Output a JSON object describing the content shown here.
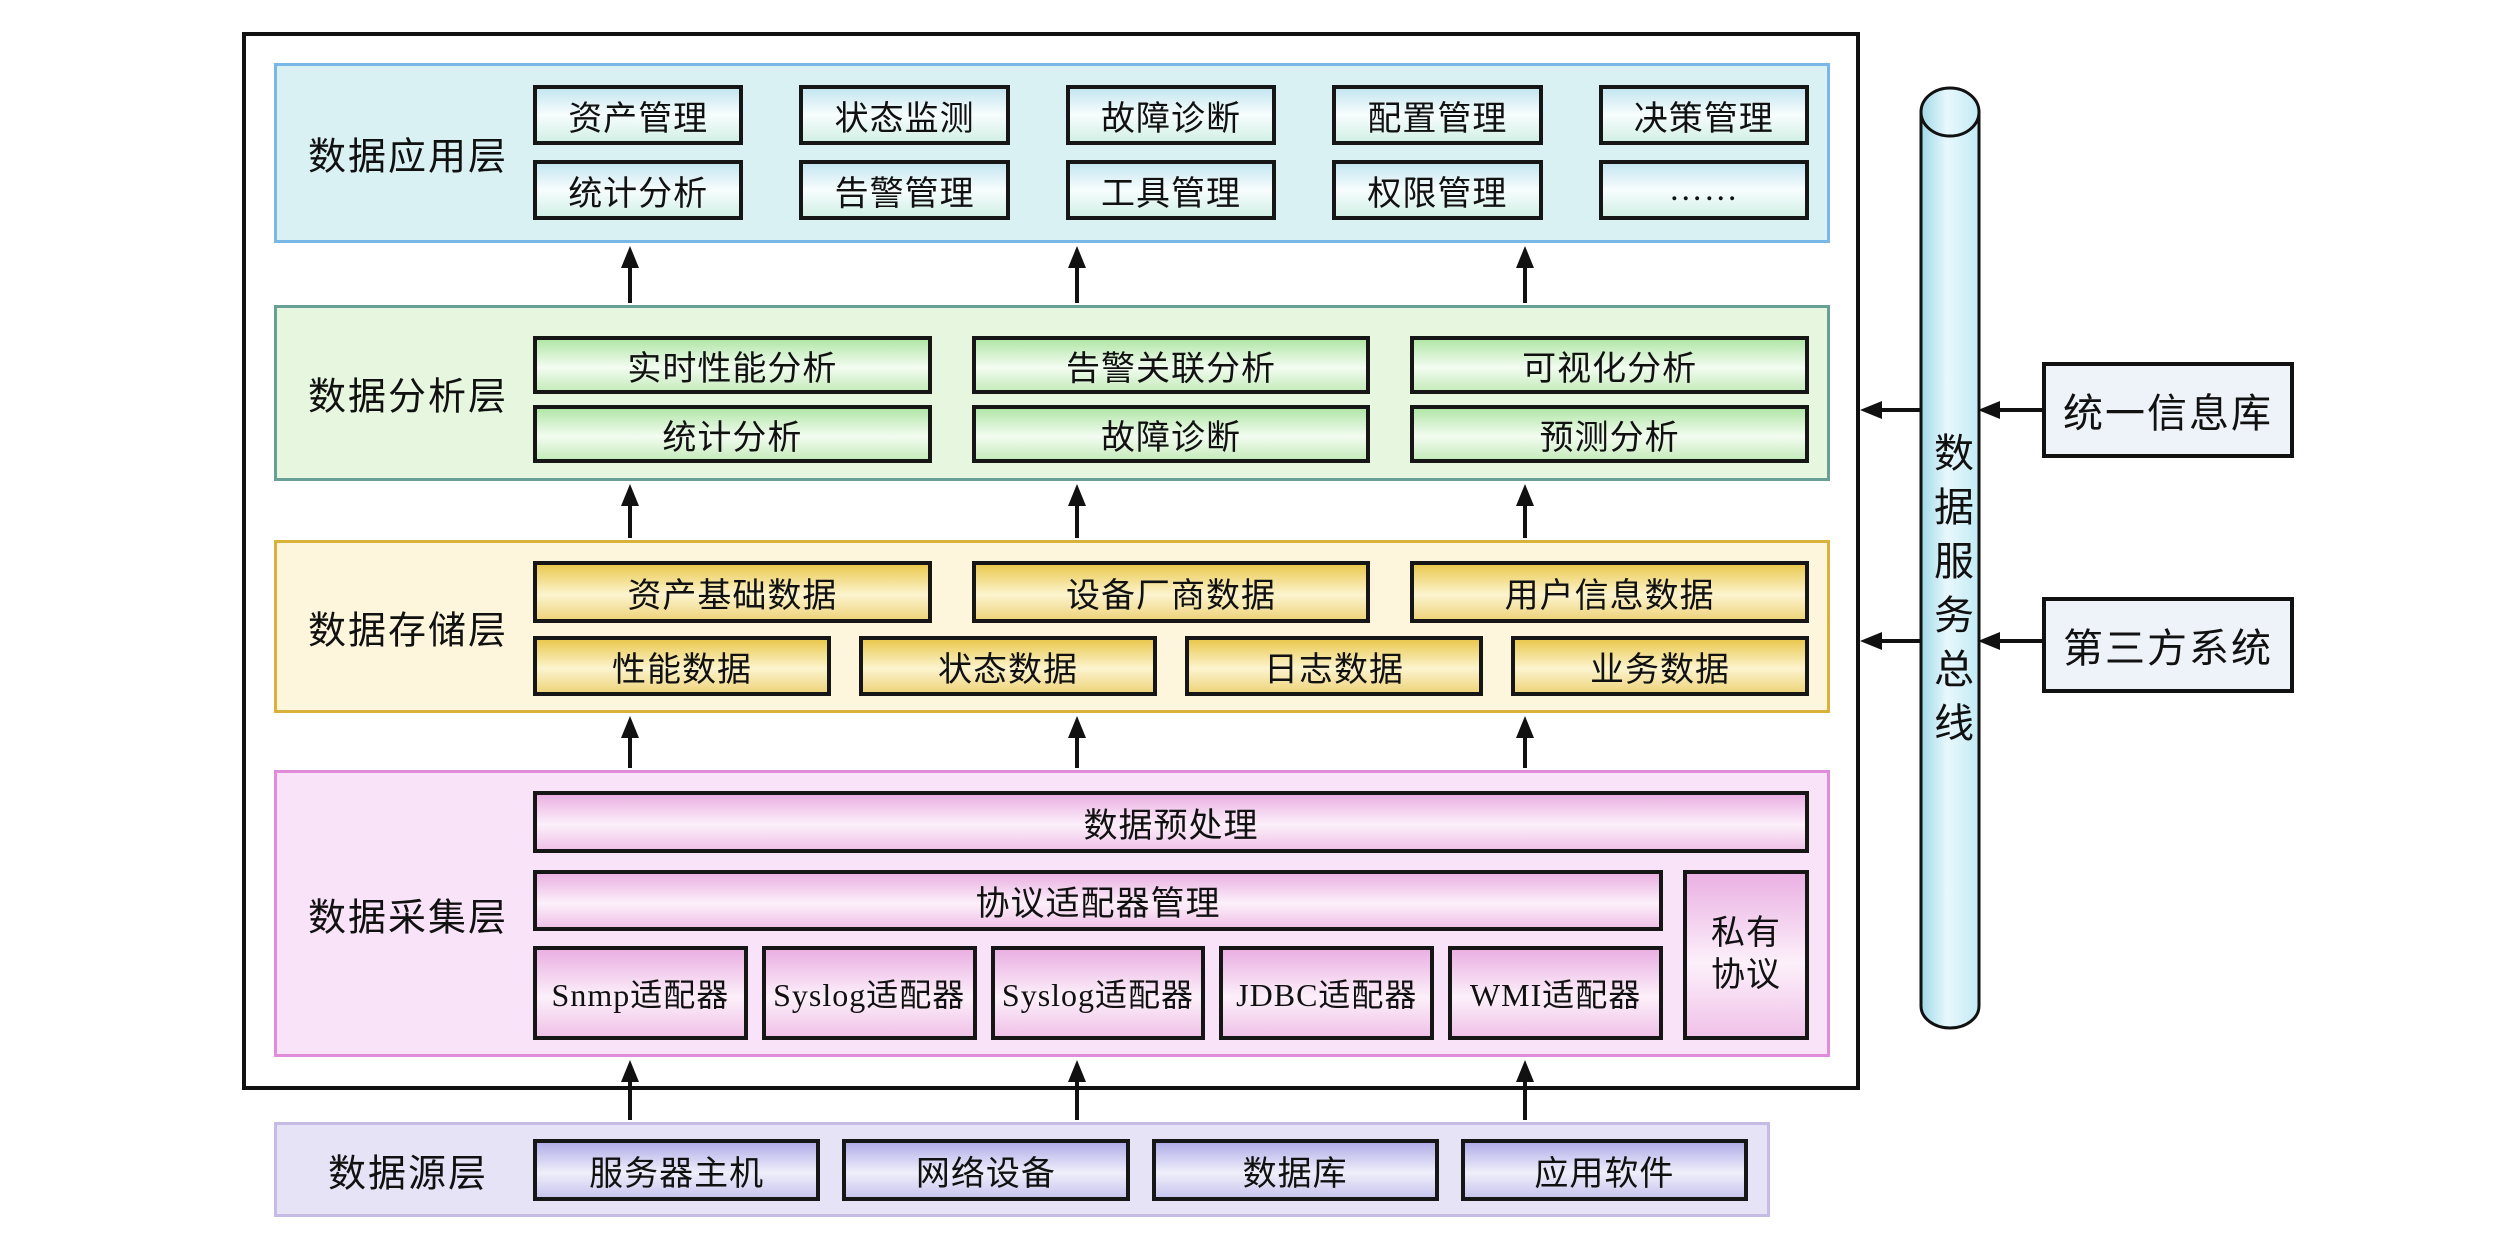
{
  "layers": {
    "app": {
      "label": "数据应用层",
      "rows": [
        [
          "资产管理",
          "状态监测",
          "故障诊断",
          "配置管理",
          "决策管理"
        ],
        [
          "统计分析",
          "告警管理",
          "工具管理",
          "权限管理",
          "……"
        ]
      ]
    },
    "analysis": {
      "label": "数据分析层",
      "rows": [
        [
          "实时性能分析",
          "告警关联分析",
          "可视化分析"
        ],
        [
          "统计分析",
          "故障诊断",
          "预测分析"
        ]
      ]
    },
    "storage": {
      "label": "数据存储层",
      "rows": [
        [
          "资产基础数据",
          "设备厂商数据",
          "用户信息数据"
        ],
        [
          "性能数据",
          "状态数据",
          "日志数据",
          "业务数据"
        ]
      ]
    },
    "collection": {
      "label": "数据采集层",
      "preprocess": "数据预处理",
      "adapter_mgmt": "协议适配器管理",
      "private_protocol": "私有协议",
      "adapters": [
        "Snmp适配器",
        "Syslog适配器",
        "Syslog适配器",
        "JDBC适配器",
        "WMI适配器"
      ]
    },
    "source": {
      "label": "数据源层",
      "boxes": [
        "服务器主机",
        "网络设备",
        "数据库",
        "应用软件"
      ]
    }
  },
  "bus": {
    "label": "数据服务总线"
  },
  "external": {
    "unified_repo": "统一信息库",
    "third_party": "第三方系统"
  },
  "colors": {
    "app_border": "#79b7e6",
    "app_fill": "#d9f1f2",
    "analysis_border": "#68a096",
    "analysis_fill": "#e7f7df",
    "storage_border": "#d8b23b",
    "storage_fill": "#fdf6dc",
    "collection_border": "#e18cd9",
    "collection_fill": "#f9e3f8",
    "source_border": "#c6bbe4",
    "source_fill": "#e7e3f6",
    "bus_fill": "#c6ecf6",
    "outline": "#111111"
  }
}
